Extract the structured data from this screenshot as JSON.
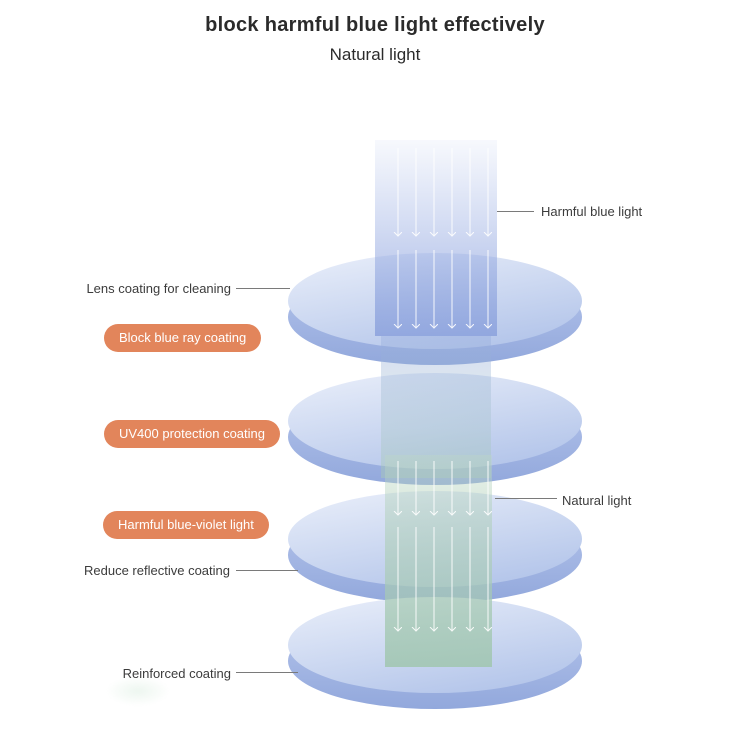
{
  "header": {
    "title": "block harmful blue light effectively",
    "subtitle": "Natural light"
  },
  "callouts": {
    "harmful_blue_light": "Harmful blue light",
    "lens_coating_cleaning": "Lens coating for cleaning",
    "natural_light": "Natural light",
    "reduce_reflective_coating": "Reduce reflective coating",
    "reinforced_coating": "Reinforced coating"
  },
  "badges": [
    {
      "label": "Block blue ray coating"
    },
    {
      "label": "UV400 protection coating"
    },
    {
      "label": "Harmful blue-violet light"
    }
  ],
  "colors": {
    "badge_orange": "#E2855B",
    "blue_beam": "#869DDB",
    "green_beam": "#A5C8B2",
    "lens_blue": "#C9D6F0",
    "text": "#3C3C3C"
  }
}
